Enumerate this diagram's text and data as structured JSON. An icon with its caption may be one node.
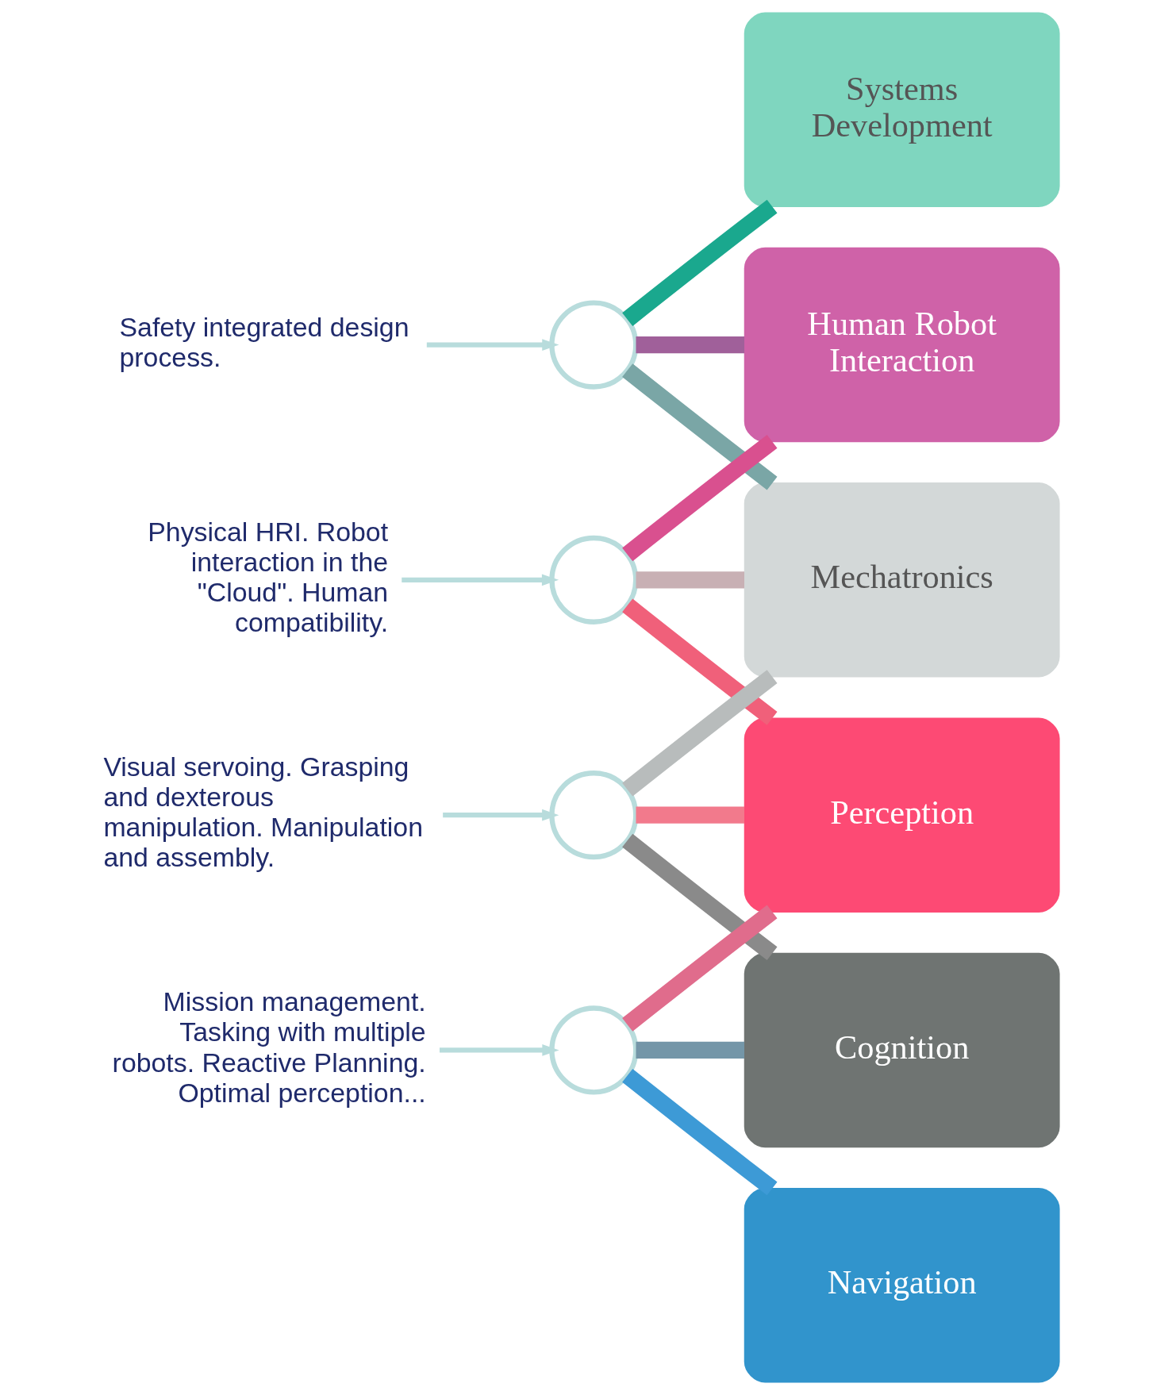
{
  "diagram": {
    "nodes": [
      {
        "text": [
          "Systems Development"
        ]
      },
      {
        "text": [
          "Human Robot Interaction"
        ]
      },
      {
        "text": [],
        "shape": "circle"
      },
      {
        "text": [
          "Safety integrated design process."
        ]
      },
      {
        "text": [
          "Mechatronics"
        ]
      },
      {
        "text": [
          "Physical HRI. Robot interaction in the \"Cloud\". Human compatibility."
        ]
      },
      {
        "text": [],
        "shape": "circle"
      },
      {
        "text": [
          "Perception"
        ]
      },
      {
        "text": [],
        "shape": "circle"
      },
      {
        "text": [
          "Visual servoing. Grasping and dexterous manipulation. Manipulation and assembly."
        ]
      },
      {
        "text": [
          "Cognition"
        ]
      },
      {
        "text": [
          "Mission management. Tasking with multiple robots. Reactive Planning. Optimal perception..."
        ]
      },
      {
        "text": [],
        "shape": "circle"
      },
      {
        "text": [
          "Navigation"
        ]
      }
    ],
    "edges": [
      {
        "from": 2,
        "to": 1,
        "arrow": "none",
        "color": "#a0609a"
      },
      {
        "from": 2,
        "to": 0,
        "arrow": "none",
        "color": "#1aa88e"
      },
      {
        "from": 2,
        "to": 4,
        "arrow": "none",
        "color": "#7aa6a6"
      },
      {
        "from": 3,
        "to": 2,
        "arrow": "to",
        "color": "#b8dcdc"
      },
      {
        "from": 6,
        "to": 1,
        "arrow": "none",
        "color": "#d9508f"
      },
      {
        "from": 6,
        "to": 4,
        "arrow": "none",
        "color": "#c8b0b4"
      },
      {
        "from": 6,
        "to": 7,
        "arrow": "none",
        "color": "#f0607a"
      },
      {
        "from": 5,
        "to": 6,
        "arrow": "to",
        "color": "#b8dcdc"
      },
      {
        "from": 8,
        "to": 7,
        "arrow": "none",
        "color": "#f27a8c"
      },
      {
        "from": 8,
        "to": 4,
        "arrow": "none",
        "color": "#b8bcbc"
      },
      {
        "from": 8,
        "to": 10,
        "arrow": "none",
        "color": "#8a8a8a"
      },
      {
        "from": 9,
        "to": 8,
        "arrow": "to",
        "color": "#b8dcdc"
      },
      {
        "from": 12,
        "to": 7,
        "arrow": "none",
        "color": "#e06c8c"
      },
      {
        "from": 12,
        "to": 10,
        "arrow": "none",
        "color": "#7496a8"
      },
      {
        "from": 12,
        "to": 13,
        "arrow": "none",
        "color": "#3d9ad6"
      },
      {
        "from": 11,
        "to": 12,
        "arrow": "to",
        "color": "#b8dcdc"
      }
    ]
  }
}
